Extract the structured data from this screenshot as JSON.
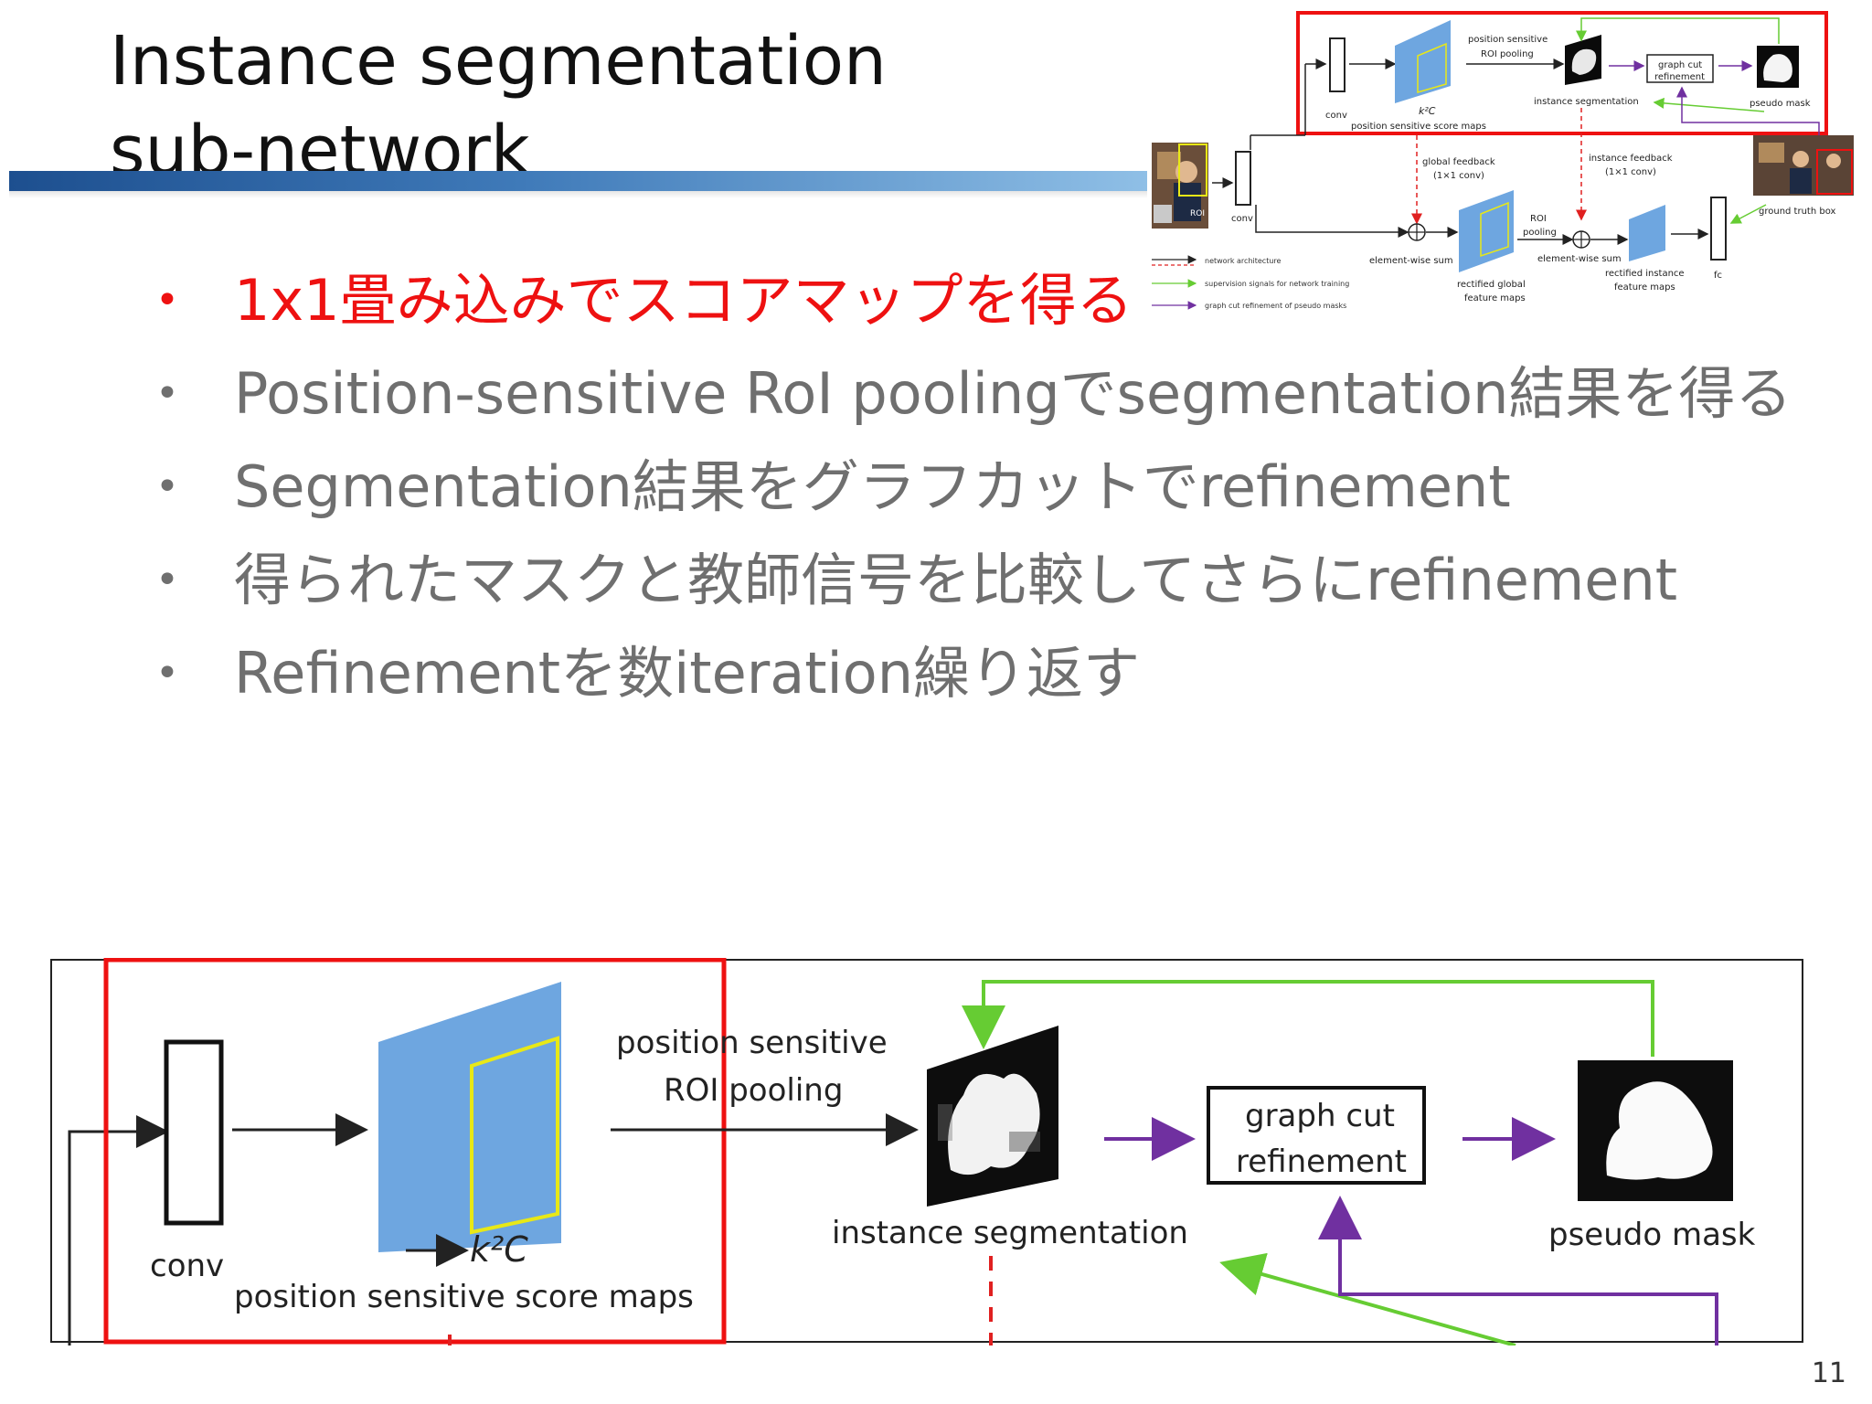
{
  "slide": {
    "title_line1": "Instance segmentation",
    "title_line2": "sub-network",
    "page_number": "11"
  },
  "bullets": [
    {
      "text": "1x1畳み込みでスコアマップを得る",
      "color": "#ee1111"
    },
    {
      "text": "Position-sensitive RoI poolingでsegmentation結果を得る",
      "color": "#6f6f6f"
    },
    {
      "text": "Segmentation結果をグラフカットでrefinement",
      "color": "#6f6f6f"
    },
    {
      "text": "得られたマスクと教師信号を比較してさらにrefinement",
      "color": "#6f6f6f"
    },
    {
      "text": "Refinementを数iteration繰り返す",
      "color": "#6f6f6f"
    }
  ],
  "bullet_glyph": "•",
  "overview_diagram": {
    "labels": {
      "conv1": "conv",
      "ps_maps": "position sensitive score maps",
      "k2c": "k²C",
      "psroi_line1": "position sensitive",
      "psroi_line2": "ROI pooling",
      "inst_seg": "instance segmentation",
      "gc_line1": "graph cut",
      "gc_line2": "refinement",
      "pseudo_mask": "pseudo mask",
      "global_fb_line1": "global feedback",
      "global_fb_line2": "(1×1 conv)",
      "inst_fb_line1": "instance feedback",
      "inst_fb_line2": "(1×1 conv)",
      "roi": "ROI",
      "conv2": "conv",
      "ew_sum1": "element-wise sum",
      "ew_sum2": "element-wise sum",
      "rect_global_line1": "rectified global",
      "rect_global_line2": "feature maps",
      "roi_pool_line1": "ROI",
      "roi_pool_line2": "pooling",
      "rect_inst_line1": "rectified instance",
      "rect_inst_line2": "feature maps",
      "fc": "fc",
      "gt_box": "ground truth box"
    },
    "legend": [
      {
        "label": "network architecture",
        "color": "#222222",
        "style": "solid"
      },
      {
        "label": "supervision signals for network training",
        "color": "#66cc33",
        "style": "solid"
      },
      {
        "label": "graph cut refinement of pseudo masks",
        "color": "#7030a0",
        "style": "solid"
      }
    ]
  },
  "zoom_diagram": {
    "labels": {
      "conv": "conv",
      "k2c": "k²C",
      "ps_maps": "position sensitive score maps",
      "psroi_line1": "position sensitive",
      "psroi_line2": "ROI pooling",
      "inst_seg": "instance segmentation",
      "gc_line1": "graph cut",
      "gc_line2": "refinement",
      "pseudo_mask": "pseudo mask"
    }
  },
  "colors": {
    "highlight_red": "#ee1111",
    "feature_map_blue": "#6ea6e0",
    "roi_yellow": "#e8e817",
    "supervision_green": "#66cc33",
    "refinement_purple": "#7030a0",
    "feedback_red_dashed": "#e02020"
  }
}
